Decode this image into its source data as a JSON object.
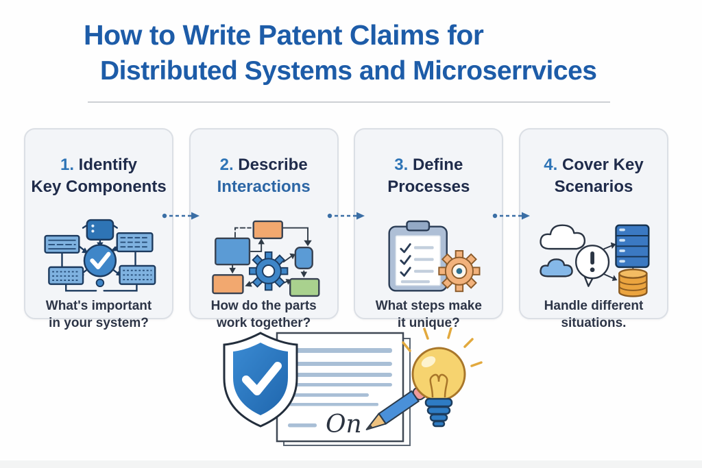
{
  "title": {
    "line1": "How to Write Patent Claims for",
    "line2": "Distributed Systems and Microserrvices"
  },
  "steps": [
    {
      "number": "1.",
      "heading_rest": "Identify",
      "heading_line2": "Key Components",
      "caption_line1": "What's important",
      "caption_line2": "in your system?",
      "icon": "network-components-icon"
    },
    {
      "number": "2.",
      "heading_rest": "Describe",
      "heading_line2": "Interactions",
      "caption_line1": "How do the parts",
      "caption_line2": "work together?",
      "icon": "flowchart-gear-icon"
    },
    {
      "number": "3.",
      "heading_rest": "Define",
      "heading_line2": "Processes",
      "caption_line1": "What steps make",
      "caption_line2": "it unique?",
      "icon": "clipboard-checklist-gear-icon"
    },
    {
      "number": "4.",
      "heading_rest": "Cover Key",
      "heading_line2": "Scenarios",
      "caption_line1": "Handle different",
      "caption_line2": "situations.",
      "icon": "cloud-alert-server-database-icon"
    }
  ],
  "footer": {
    "signature": "On",
    "icons": [
      "shield-check-icon",
      "signed-document-icon",
      "pencil-icon",
      "lightbulb-icon"
    ]
  },
  "colors": {
    "title_blue": "#1d5ca8",
    "number_blue": "#2e74b6",
    "heading_dark": "#1f2b4a",
    "heading_accent": "#2c66a5",
    "caption_dark": "#2d3547",
    "card_bg": "#f3f5f8",
    "card_border": "#dbdfe5",
    "connector_blue": "#3a6ea5",
    "divider_gray": "#cdd0d4"
  }
}
